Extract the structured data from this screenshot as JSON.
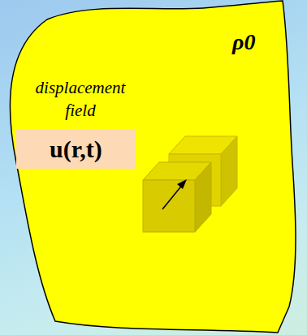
{
  "diagram": {
    "nodes": [
      {
        "text": [
          "ρ0",
          "displacement field"
        ]
      },
      {
        "text": [
          "u(r,t)"
        ],
        "in": 0
      }
    ]
  }
}
